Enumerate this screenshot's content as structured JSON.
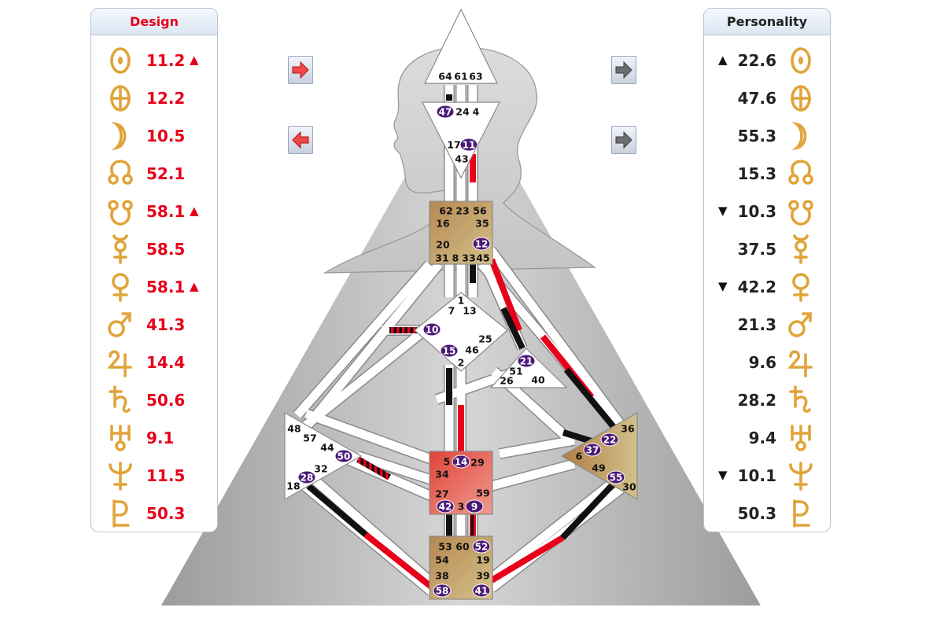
{
  "design": {
    "title": "Design",
    "rows": [
      {
        "icon": "sun-icon",
        "value": "11.2",
        "mark": "▲"
      },
      {
        "icon": "earth-icon",
        "value": "12.2",
        "mark": ""
      },
      {
        "icon": "moon-icon",
        "value": "10.5",
        "mark": ""
      },
      {
        "icon": "north-node-icon",
        "value": "52.1",
        "mark": ""
      },
      {
        "icon": "south-node-icon",
        "value": "58.1",
        "mark": "▲"
      },
      {
        "icon": "mercury-icon",
        "value": "58.5",
        "mark": ""
      },
      {
        "icon": "venus-icon",
        "value": "58.1",
        "mark": "▲"
      },
      {
        "icon": "mars-icon",
        "value": "41.3",
        "mark": ""
      },
      {
        "icon": "jupiter-icon",
        "value": "14.4",
        "mark": ""
      },
      {
        "icon": "saturn-icon",
        "value": "50.6",
        "mark": ""
      },
      {
        "icon": "uranus-icon",
        "value": "9.1",
        "mark": ""
      },
      {
        "icon": "neptune-icon",
        "value": "11.5",
        "mark": ""
      },
      {
        "icon": "pluto-icon",
        "value": "50.3",
        "mark": ""
      }
    ]
  },
  "personality": {
    "title": "Personality",
    "rows": [
      {
        "icon": "sun-icon",
        "value": "22.6",
        "mark": "▲"
      },
      {
        "icon": "earth-icon",
        "value": "47.6",
        "mark": ""
      },
      {
        "icon": "moon-icon",
        "value": "55.3",
        "mark": ""
      },
      {
        "icon": "north-node-icon",
        "value": "15.3",
        "mark": ""
      },
      {
        "icon": "south-node-icon",
        "value": "10.3",
        "mark": "▼"
      },
      {
        "icon": "mercury-icon",
        "value": "37.5",
        "mark": ""
      },
      {
        "icon": "venus-icon",
        "value": "42.2",
        "mark": "▼"
      },
      {
        "icon": "mars-icon",
        "value": "21.3",
        "mark": ""
      },
      {
        "icon": "jupiter-icon",
        "value": "9.6",
        "mark": ""
      },
      {
        "icon": "saturn-icon",
        "value": "28.2",
        "mark": ""
      },
      {
        "icon": "uranus-icon",
        "value": "9.4",
        "mark": ""
      },
      {
        "icon": "neptune-icon",
        "value": "10.1",
        "mark": "▼"
      },
      {
        "icon": "pluto-icon",
        "value": "50.3",
        "mark": ""
      }
    ]
  },
  "nav": {
    "design_icons": [
      "arrow-right-icon",
      "arrow-left-icon"
    ],
    "personality_icons": [
      "arrow-right-icon",
      "arrow-right-icon"
    ]
  },
  "colors": {
    "design": "#e8001a",
    "personality": "#111111",
    "center_defined": "#c9a86c",
    "sacral_defined": "#e0463c",
    "center_open": "#ffffff",
    "active_gate_badge": "#4b1a78",
    "planet_gold": "#e0a43a"
  },
  "gates": [
    "64",
    "61",
    "63",
    "47",
    "24",
    "4",
    "17",
    "11",
    "43",
    "62",
    "23",
    "56",
    "16",
    "35",
    "20",
    "12",
    "31",
    "8",
    "33",
    "45",
    "1",
    "7",
    "13",
    "10",
    "15",
    "46",
    "2",
    "25",
    "21",
    "51",
    "26",
    "40",
    "48",
    "57",
    "44",
    "50",
    "32",
    "28",
    "18",
    "36",
    "22",
    "37",
    "6",
    "49",
    "55",
    "30",
    "5",
    "14",
    "29",
    "34",
    "27",
    "42",
    "3",
    "9",
    "59",
    "53",
    "60",
    "52",
    "54",
    "19",
    "38",
    "39",
    "58",
    "41"
  ],
  "active_gates": [
    "47",
    "11",
    "12",
    "10",
    "15",
    "21",
    "50",
    "28",
    "22",
    "37",
    "55",
    "14",
    "42",
    "9",
    "52",
    "58",
    "41"
  ]
}
